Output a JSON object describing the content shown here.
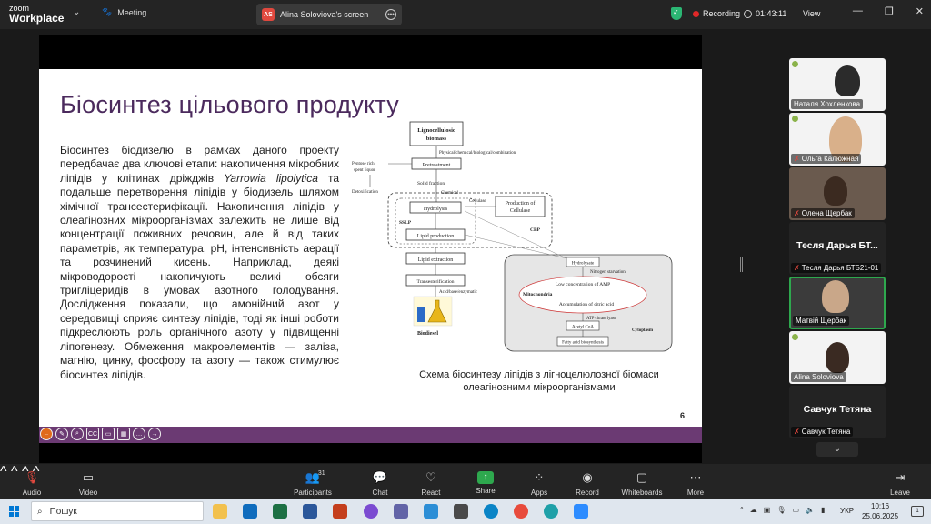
{
  "app": {
    "logo_line1": "zoom",
    "logo_line2": "Workplace",
    "meeting_label": "Meeting",
    "share_tab": {
      "badge": "AS",
      "name": "Alina Soloviova's screen"
    },
    "recording_label": "Recording",
    "timer": "01:43:11",
    "view_label": "View"
  },
  "slide": {
    "title": "Біосинтез цільового продукту",
    "body_part1": "Біосинтез біодизелю в рамках даного проекту передбачає два ключові етапи: накопичення мікробних ліпідів у клітинах дріжджів ",
    "body_italic": "Yarrowia lipolytica",
    "body_part2": " та подальше перетворення ліпідів у біодизель шляхом хімічної трансестерифікації. Накопичення ліпідів у олеагінозних мікроорганізмах залежить не лише від концентрації поживних речовин, але й від таких параметрів, як температура, pH, інтенсивність аерації та розчинений кисень. Наприклад, деякі мікроводорості накопичують великі обсяги тригліцеридів в умовах азотного голодування. Дослідження показали, що амонійний азот у середовищі сприяє синтезу ліпідів, тоді як інші роботи підкреслюють роль органічного азоту у підвищенні ліпогенезу. Обмеження макроелементів — заліза, магнію, цинку, фосфору та азоту — також стимулює біосинтез ліпідів.",
    "caption_line1": "Схема біосинтезу ліпідів з лігноцелюлозної біомаси",
    "caption_line2": "олеагінозними мікроорганізмами",
    "page_number": "6",
    "diagram": {
      "lignocellulosic": "Lignocellulosic",
      "biomass": "biomass",
      "pretreat_methods": "Physical/chemical/biological/combination",
      "pretreatment": "Pretreatment",
      "pentose_rich": "Pentose rich",
      "spent_liquor": "spent liquor",
      "solid_fraction": "Solid fraction",
      "detoxification": "Detoxification",
      "chemical": "Chemical",
      "cellulase": "Cellulase",
      "production_of": "Production of",
      "cellulase2": "Cellulase",
      "hydrolysis": "Hydrolysis",
      "sslp": "SSLP",
      "lipid_production": "Lipid production",
      "cbp": "CBP",
      "lipid_extraction": "Lipid extraction",
      "transesterification": "Transesterification",
      "acid_base": "Acid/base/enzymatic",
      "biodiesel": "Biodiesel",
      "hydrolysate": "Hydrolysate",
      "nitrogen_starvation": "Nitrogen starvation",
      "low_amp": "Low concentration of AMP",
      "mitochondria": "Mitochondria",
      "accumulation": "Accumulation of citric acid",
      "atp_lyase": "ATP citrate lyase",
      "acetyl_coa": "Acetyl CoA",
      "cytoplasm": "Cytoplasm",
      "fatty_acid": "Fatty acid biosynthesis"
    }
  },
  "participants": [
    {
      "name": "Наталя Хохленкова",
      "muted": false
    },
    {
      "name": "Ольга Калюжная",
      "muted": true
    },
    {
      "name": "Олена Щербак",
      "muted": true
    },
    {
      "name": "Тесля Дарья БТБ21-01",
      "big": "Тесля Дарья БТ...",
      "muted": true
    },
    {
      "name": "Матвій Щербак",
      "muted": false
    },
    {
      "name": "Alina Soloviova",
      "muted": false
    },
    {
      "name": "Савчук Тетяна",
      "big": "Савчук Тетяна",
      "muted": true
    }
  ],
  "toolbar": {
    "audio": "Audio",
    "video": "Video",
    "participants": "Participants",
    "participants_count": "31",
    "chat": "Chat",
    "react": "React",
    "share": "Share",
    "apps": "Apps",
    "record": "Record",
    "whiteboards": "Whiteboards",
    "more": "More",
    "leave": "Leave"
  },
  "taskbar": {
    "search_placeholder": "Пошук",
    "language": "УКР",
    "time": "10:16",
    "date": "25.06.2025"
  }
}
